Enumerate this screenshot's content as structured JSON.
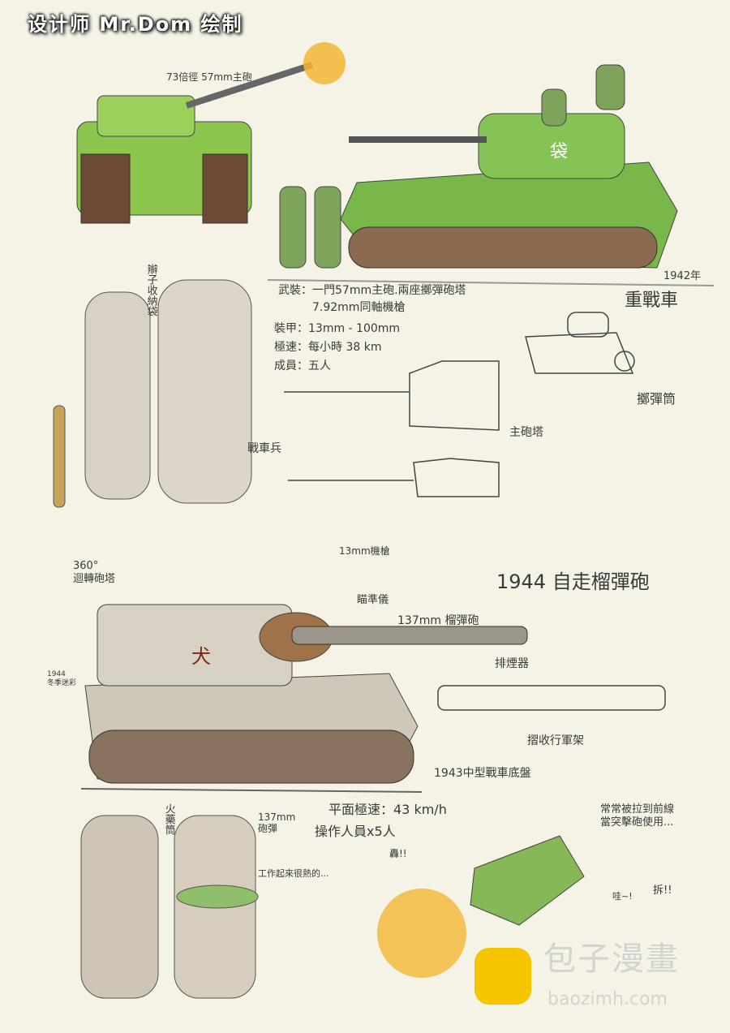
{
  "header": {
    "credit": "设计师  Mr.Dom  绘制"
  },
  "heavy_tank": {
    "gun_label": "73倍徑 57mm主砲",
    "year": "1942年",
    "type": "重戰車",
    "specs": [
      "武裝：一門57mm主砲.兩座擲彈砲塔",
      "7.92mm同軸機槍",
      "裝甲：13mm - 100mm",
      "極速：每小時 38 km",
      "成員：五人"
    ],
    "grenade_label": "擲彈筒",
    "turret_label": "主砲塔",
    "crew_label": "戰車兵",
    "braid_label": "辮子收納袋",
    "turret_mark": "袋"
  },
  "spg": {
    "title": "1944 自走榴彈砲",
    "mg_label": "13mm機槍",
    "turret_label": "360°\n迴轉砲塔",
    "sight_label": "瞄準儀",
    "howitzer_label": "137mm 榴彈砲",
    "camo_label": "1944\n冬季迷彩",
    "muzzle_label": "排煙器",
    "mount_label": "摺收行軍架",
    "chassis_label": "1943中型戰車底盤",
    "speed": "平面極速：43 km/h",
    "crew": "操作人員x5人",
    "hull_mark": "犬"
  },
  "bottom": {
    "powder_label": "火藥筒",
    "shell_label": "137mm\n砲彈",
    "hot_label": "工作起來很熱的...",
    "boom": "轟!!",
    "note": "常常被拉到前線\n當突擊砲使用...",
    "wa": "哇~!",
    "chai": "拆!!"
  },
  "watermark": {
    "name": "包子漫畫",
    "url": "baozimh.com"
  },
  "colors": {
    "paper": "#f5f2e6",
    "tank_green": "#7fc24a",
    "winter_camo": "#c9c2b2",
    "uniform": "#d8cfc0",
    "flash": "#f2b634",
    "brand": "#f7c400"
  }
}
